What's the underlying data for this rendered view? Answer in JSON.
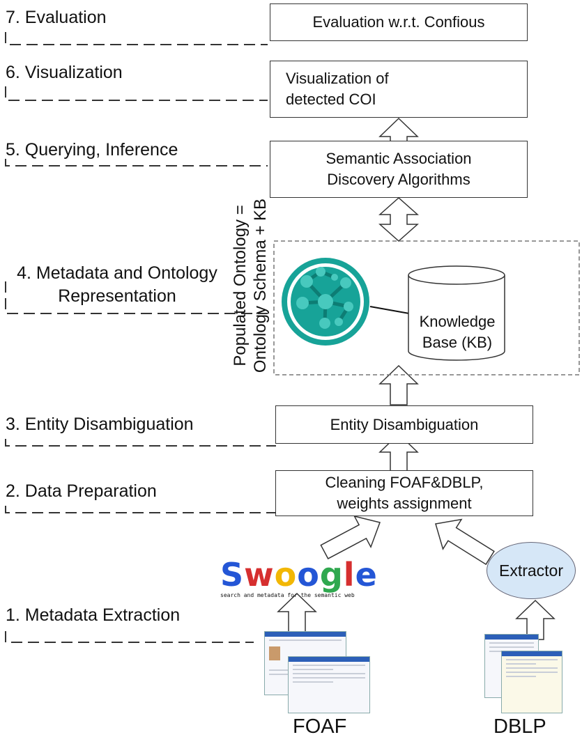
{
  "stages": [
    {
      "id": "evaluation",
      "label": "7. Evaluation"
    },
    {
      "id": "visualization",
      "label": "6. Visualization"
    },
    {
      "id": "querying",
      "label": "5. Querying, Inference"
    },
    {
      "id": "representation",
      "label": "4. Metadata and Ontology Representation"
    },
    {
      "id": "disambiguation",
      "label": "3. Entity Disambiguation"
    },
    {
      "id": "preparation",
      "label": "2. Data Preparation"
    },
    {
      "id": "extraction",
      "label": "1. Metadata Extraction"
    }
  ],
  "boxes": {
    "evaluation": "Evaluation w.r.t. Confious",
    "visualization": "Visualization of detected COI",
    "algorithms": "Semantic Association Discovery Algorithms",
    "knowledge_base": "Knowledge Base (KB)",
    "disambiguation": "Entity Disambiguation",
    "cleaning": "Cleaning FOAF&DBLP, weights assignment",
    "extractor": "Extractor"
  },
  "ontology_label": {
    "line1": "Populated Ontology =",
    "line2": "Ontology Schema + KB"
  },
  "swoogle": {
    "word": "Swoogle",
    "tagline": "search and metadata for the semantic web",
    "letter_colors": [
      "#2456d6",
      "#d62f2f",
      "#f2b705",
      "#2456d6",
      "#2fa84f",
      "#d62f2f",
      "#2456d6"
    ]
  },
  "sources": {
    "foaf": "FOAF",
    "dblp": "DBLP"
  },
  "colors": {
    "ontology_icon": "#17a398",
    "extractor_fill": "#d6e7f7"
  },
  "icons": {
    "ontology": "ontology-network-icon",
    "knowledge_base": "database-cylinder-icon"
  }
}
